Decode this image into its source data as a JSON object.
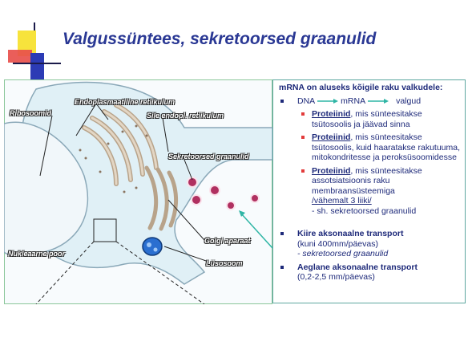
{
  "title": "Valgussüntees, sekretoorsed graanulid",
  "diagram": {
    "labels": {
      "ribosomes": "Ribosoomid",
      "er": "Endoplasmaatiline retiikulum",
      "smooth_er": "Sile endopl. retiikulum",
      "granules": "Sekretoorsed graanulid",
      "golgi": "Golgi aparaat",
      "lysosome": "Lüsosoom",
      "nuclear_pore": "Nukleaarne poor"
    }
  },
  "panel": {
    "heading": "mRNA on aluseks kõigile raku valkudele:",
    "flow": [
      "DNA",
      "mRNA",
      "valgud"
    ],
    "items": [
      {
        "keyword": "Proteiinid",
        "text": ", mis sünteesitakse tsütosoolis ja jäävad sinna"
      },
      {
        "keyword": "Proteiinid",
        "text": ", mis sünteesitakse tsütosoolis, kuid haaratakse rakutuuma, mitokondritesse ja peroksüsoomidesse"
      },
      {
        "keyword": "Proteiinid",
        "text": ", mis sünteesitakse assotsiatsioonis raku membraansüsteemiga",
        "extra1": "/vähemalt 3 liiki/",
        "extra2": "- sh.  sekretoorsed graanulid"
      }
    ],
    "fast": {
      "title": "Kiire aksonaalne transport",
      "detail": "(kuni 400mm/päevas)",
      "note": " - sekretoorsed graanulid"
    },
    "slow": {
      "title": "Aeglane aksonaalne transport",
      "detail": "(0,2-2,5 mm/päevas)"
    }
  },
  "colors": {
    "title": "#2a3894",
    "text": "#1e2a7a",
    "bullet_red": "#e23b3b",
    "arrow": "#2fb5a5",
    "granule": "#b03060"
  }
}
